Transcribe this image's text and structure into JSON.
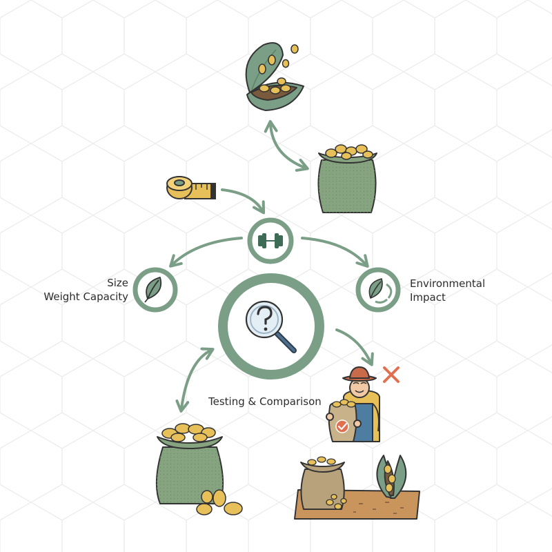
{
  "labels": {
    "size": "Size",
    "weight_capacity": "Weight Capacity",
    "environmental": "Environmental",
    "impact": "Impact",
    "testing": "Testing & Comparison"
  },
  "icons": {
    "pod_top": "open-seed-pod-icon",
    "sack_top": "grain-sack-icon",
    "tape": "measuring-tape-icon",
    "weight": "dumbbell-icon",
    "leaf": "leaf-icon",
    "eco": "leaf-recycle-icon",
    "search": "magnifier-question-icon",
    "sack_bottom": "grain-sack-icon",
    "farmer": "farmer-icon",
    "reject": "cross-mark-icon",
    "sack_field": "burlap-sack-icon",
    "pod_field": "seed-pod-icon"
  },
  "colors": {
    "green": "#7a9e86",
    "green_dark": "#5b8268",
    "sack_green": "#86a47f",
    "seed_yellow": "#e8c05a",
    "soil": "#c9955c",
    "reject_red": "#e07050",
    "text": "#2c2c2c"
  }
}
